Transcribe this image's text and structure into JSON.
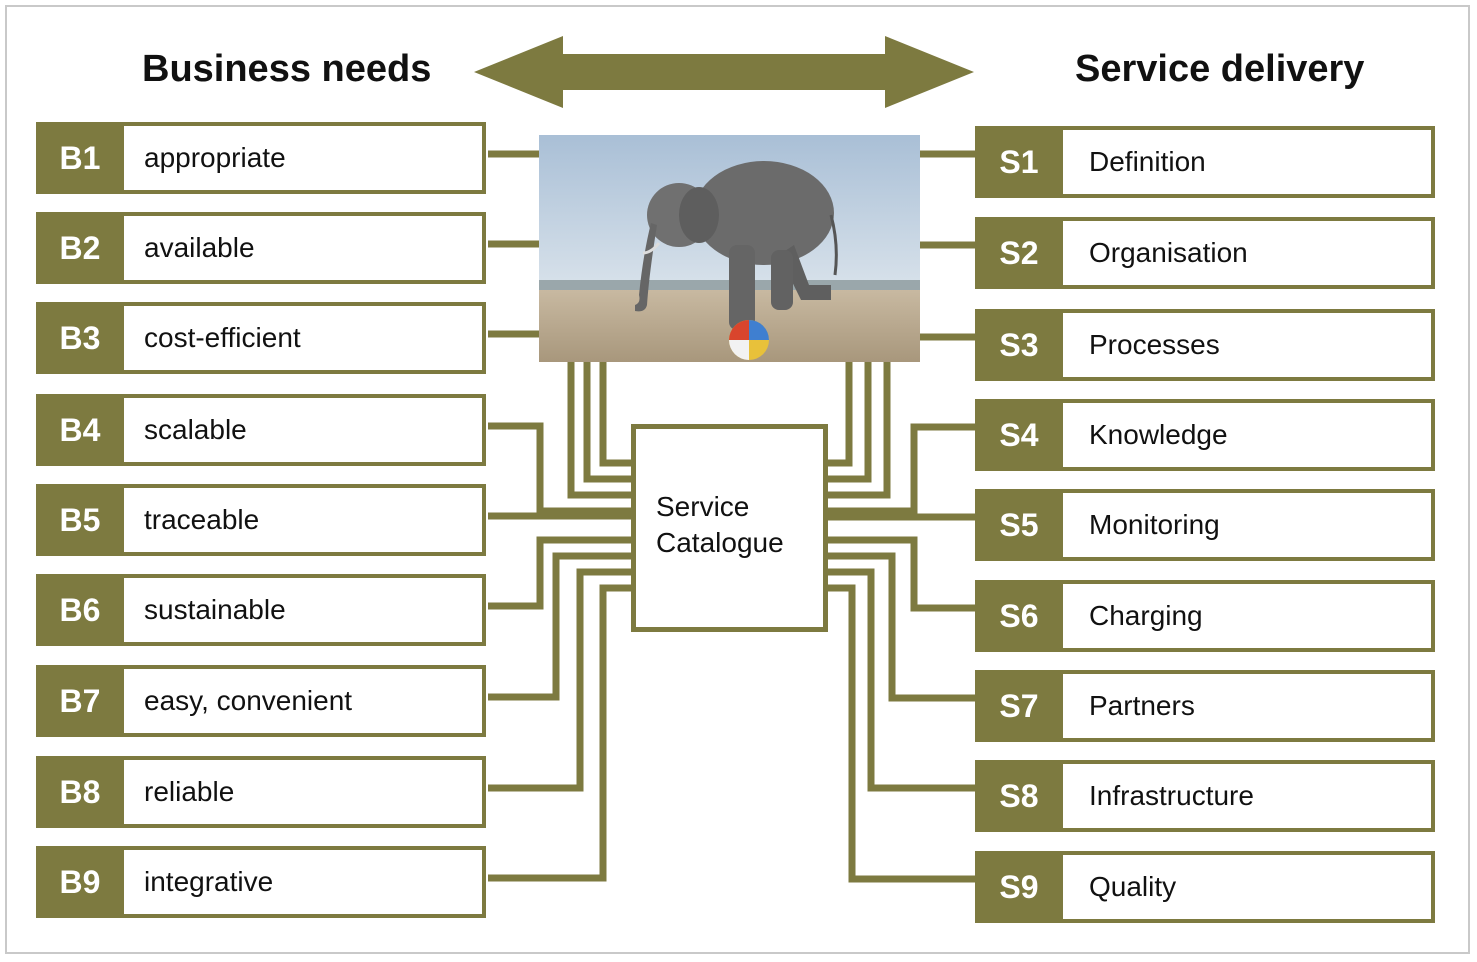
{
  "headings": {
    "left": "Business needs",
    "right": "Service delivery"
  },
  "catalogue": {
    "line1": "Service",
    "line2": "Catalogue"
  },
  "business_needs": [
    {
      "code": "B1",
      "label": "appropriate"
    },
    {
      "code": "B2",
      "label": "available"
    },
    {
      "code": "B3",
      "label": "cost-efficient"
    },
    {
      "code": "B4",
      "label": "scalable"
    },
    {
      "code": "B5",
      "label": "traceable"
    },
    {
      "code": "B6",
      "label": "sustainable"
    },
    {
      "code": "B7",
      "label": "easy, convenient"
    },
    {
      "code": "B8",
      "label": "reliable"
    },
    {
      "code": "B9",
      "label": "integrative"
    }
  ],
  "service_delivery": [
    {
      "code": "S1",
      "label": "Definition"
    },
    {
      "code": "S2",
      "label": "Organisation"
    },
    {
      "code": "S3",
      "label": "Processes"
    },
    {
      "code": "S4",
      "label": "Knowledge"
    },
    {
      "code": "S5",
      "label": "Monitoring"
    },
    {
      "code": "S6",
      "label": "Charging"
    },
    {
      "code": "S7",
      "label": "Partners"
    },
    {
      "code": "S8",
      "label": "Infrastructure"
    },
    {
      "code": "S9",
      "label": "Quality"
    }
  ],
  "image": {
    "description_icon": "elephant-on-ball-photo"
  },
  "colors": {
    "accent": "#7d7a40",
    "shadow": "#c8c7a6"
  }
}
